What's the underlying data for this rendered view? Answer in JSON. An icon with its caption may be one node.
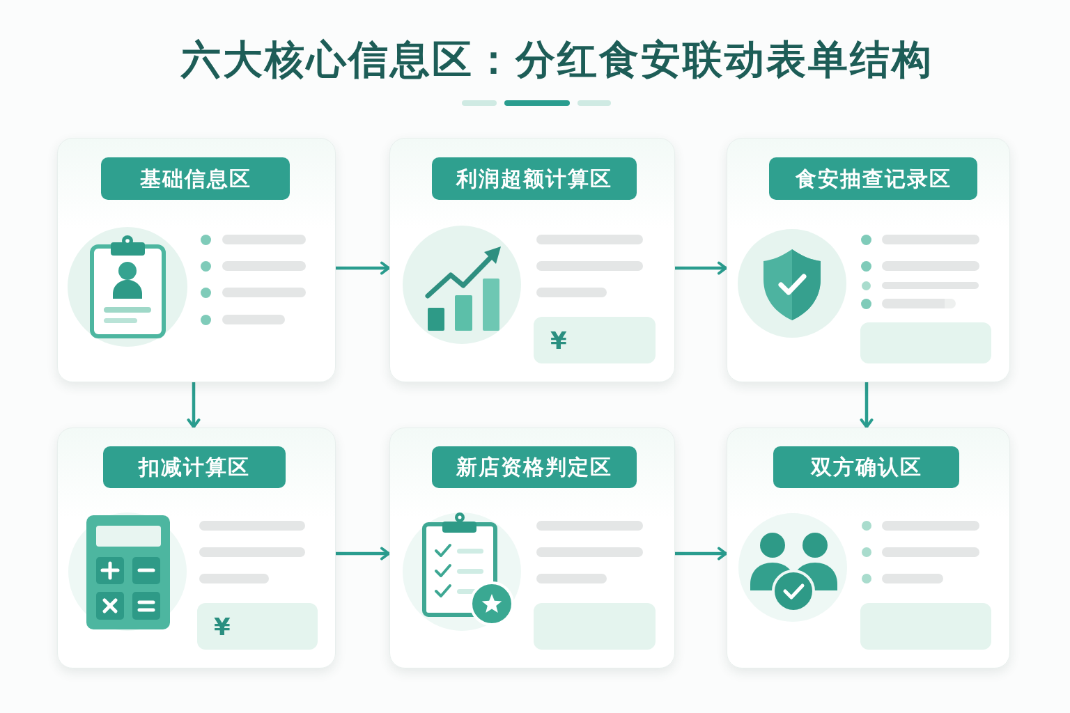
{
  "diagram": {
    "title": "六大核心信息区：分红食安联动表单结构",
    "nodes": [
      {
        "text": [
          "基础信息区"
        ]
      },
      {
        "text": [
          "利润超额计算区"
        ]
      },
      {
        "text": [
          "食安抽查记录区"
        ]
      },
      {
        "text": [
          "扣减计算区"
        ]
      },
      {
        "text": [
          "新店资格判定区"
        ]
      },
      {
        "text": [
          "双方确认区"
        ]
      }
    ],
    "edges": [
      {
        "from": 0,
        "to": 1,
        "arrow": "to"
      },
      {
        "from": 1,
        "to": 2,
        "arrow": "to"
      },
      {
        "from": 0,
        "to": 3,
        "arrow": "to"
      },
      {
        "from": 2,
        "to": 5,
        "arrow": "to"
      },
      {
        "from": 3,
        "to": 4,
        "arrow": "to"
      },
      {
        "from": 4,
        "to": 5,
        "arrow": "to"
      }
    ],
    "labels": [
      "¥",
      "¥"
    ]
  }
}
